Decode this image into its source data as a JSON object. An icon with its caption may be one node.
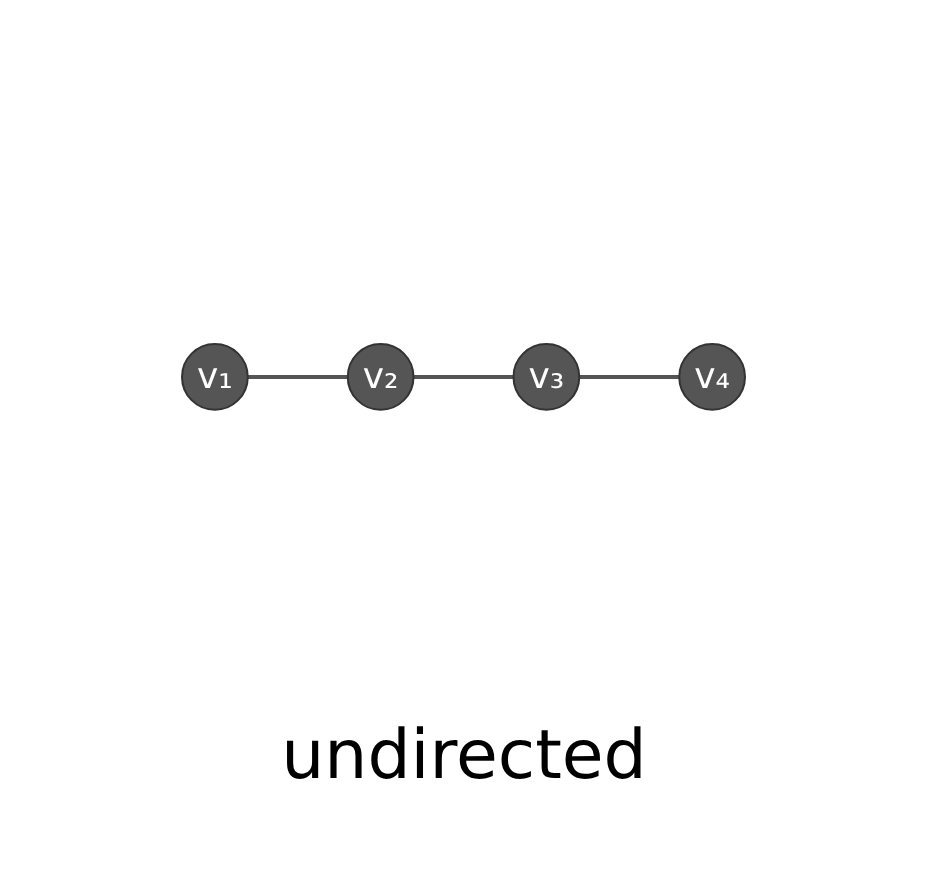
{
  "diagram": {
    "caption": "undirected",
    "nodes": [
      {
        "text": [
          "v₁"
        ]
      },
      {
        "text": [
          "v₂"
        ]
      },
      {
        "text": [
          "v₃"
        ]
      },
      {
        "text": [
          "v₄"
        ]
      }
    ],
    "edges": [
      {
        "from": 0,
        "to": 1,
        "arrow": "none"
      },
      {
        "from": 1,
        "to": 2,
        "arrow": "none"
      },
      {
        "from": 2,
        "to": 3,
        "arrow": "none"
      }
    ]
  }
}
